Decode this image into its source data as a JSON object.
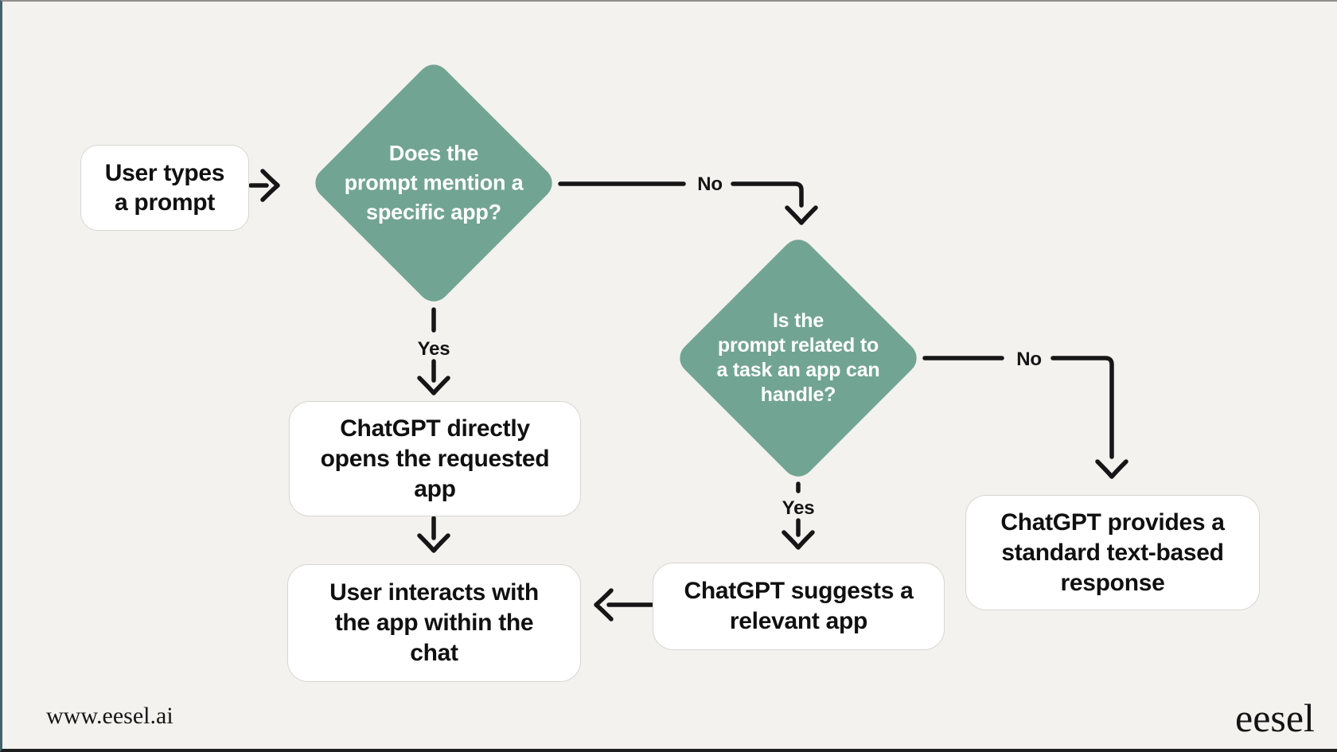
{
  "colors": {
    "background": "#f3f2ef",
    "diamond_green": "#72a493",
    "line_ink": "#161616",
    "box_fill": "#ffffff",
    "box_border": "#d7d6d3"
  },
  "flowchart": {
    "nodes": {
      "start": {
        "label": "User types\na prompt"
      },
      "decision_mention": {
        "label": "Does the\nprompt mention a\nspecific app?"
      },
      "decision_task": {
        "label": "Is the\nprompt related to\na task an app can\nhandle?"
      },
      "direct_open": {
        "label": "ChatGPT directly\nopens the requested\napp"
      },
      "user_interacts": {
        "label": "User interacts with\nthe app within the\nchat"
      },
      "suggest_app": {
        "label": "ChatGPT suggests a\nrelevant app"
      },
      "text_response": {
        "label": "ChatGPT provides a\nstandard text-based\nresponse"
      }
    },
    "edge_labels": {
      "yes_mention": "Yes",
      "no_mention": "No",
      "yes_task": "Yes",
      "no_task": "No"
    }
  },
  "footer": {
    "website": "www.eesel.ai",
    "logo": "eesel"
  }
}
